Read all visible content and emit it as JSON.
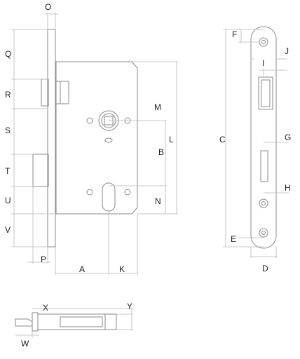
{
  "labels": {
    "O": "O",
    "Q": "Q",
    "R": "R",
    "S": "S",
    "T": "T",
    "U": "U",
    "V": "V",
    "P": "P",
    "A": "A",
    "K": "K",
    "M": "M",
    "B": "B",
    "L": "L",
    "N": "N",
    "F": "F",
    "J": "J",
    "I": "I",
    "C": "C",
    "G": "G",
    "H": "H",
    "E": "E",
    "D": "D",
    "X": "X",
    "Y": "Y",
    "W": "W"
  },
  "colors": {
    "outline": "#8a8a8a",
    "dimension": "#b8b8b8",
    "text": "#222222"
  }
}
